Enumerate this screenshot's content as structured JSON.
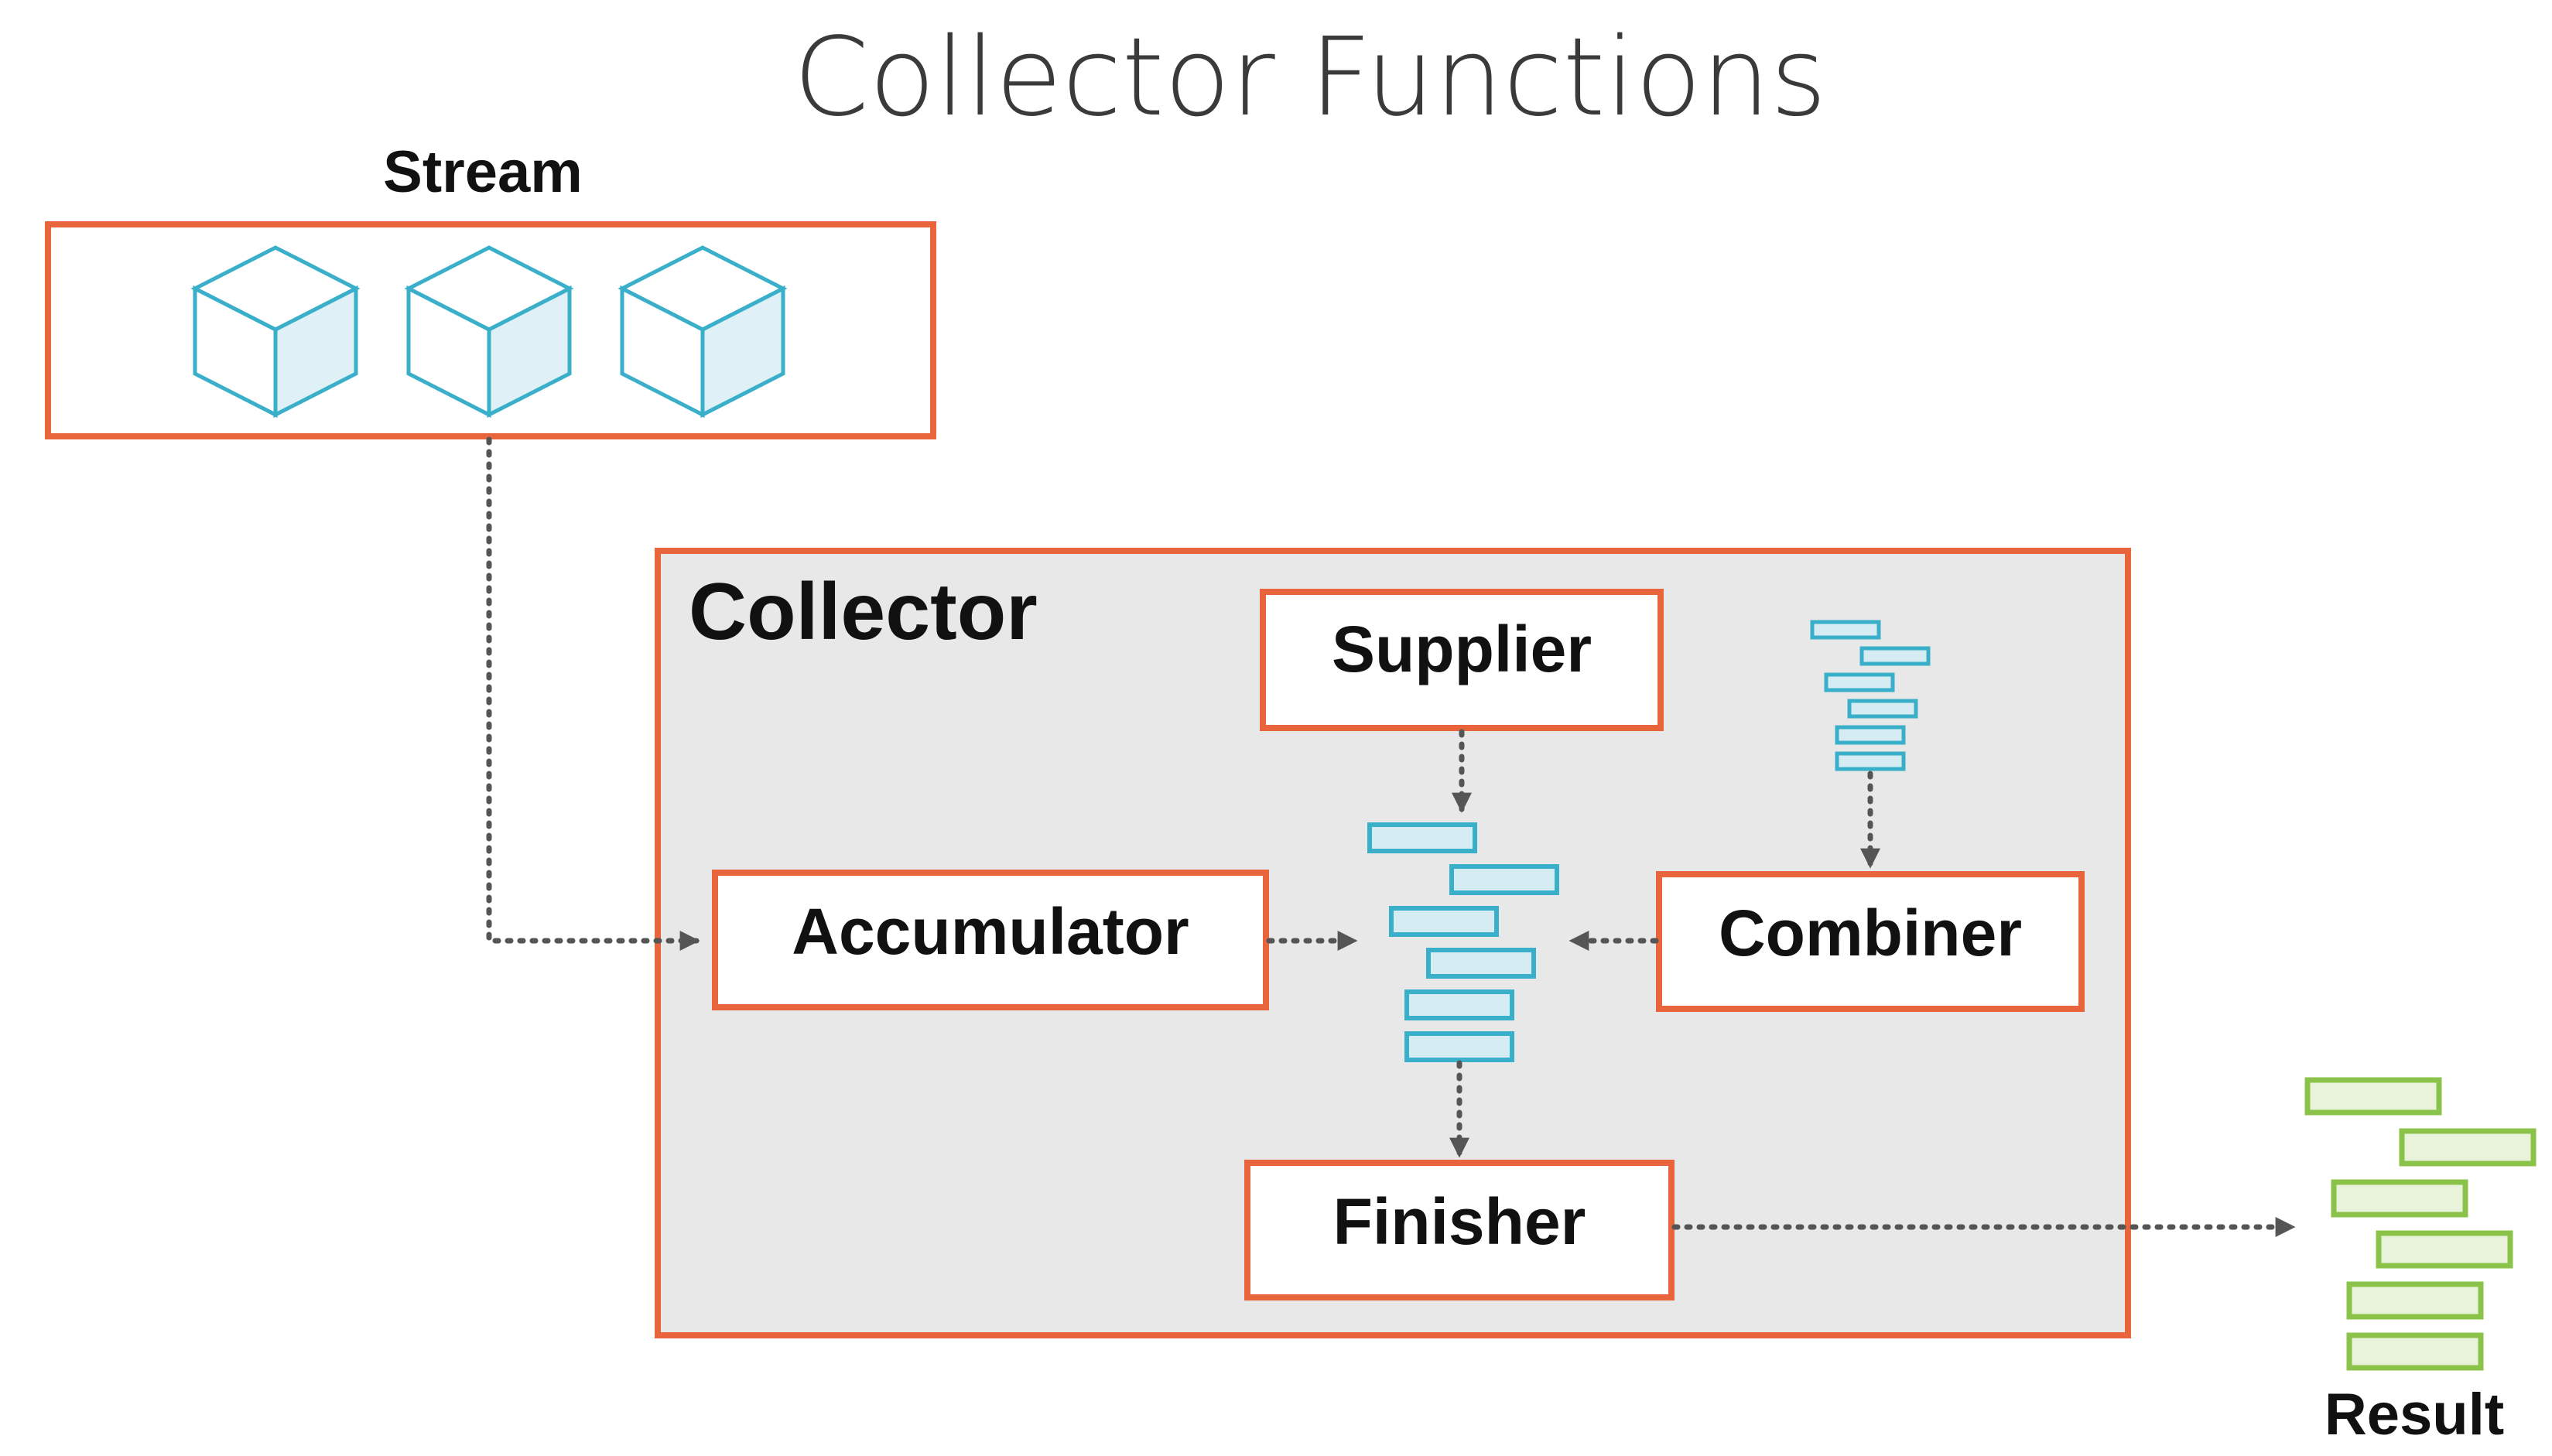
{
  "title": "Collector Functions",
  "stream": {
    "label": "Stream"
  },
  "collector": {
    "label": "Collector"
  },
  "nodes": {
    "supplier": "Supplier",
    "accumulator": "Accumulator",
    "combiner": "Combiner",
    "finisher": "Finisher"
  },
  "result": {
    "label": "Result"
  },
  "colors": {
    "border": "#e8643a",
    "cube_stroke": "#3aafca",
    "cube_fill": "#dff0f6",
    "bar_fill": "#d6ecf3",
    "result_stroke": "#8bc34a",
    "result_fill": "#e8f3da",
    "collector_bg": "#e8e8e8",
    "arrow": "#555555"
  }
}
